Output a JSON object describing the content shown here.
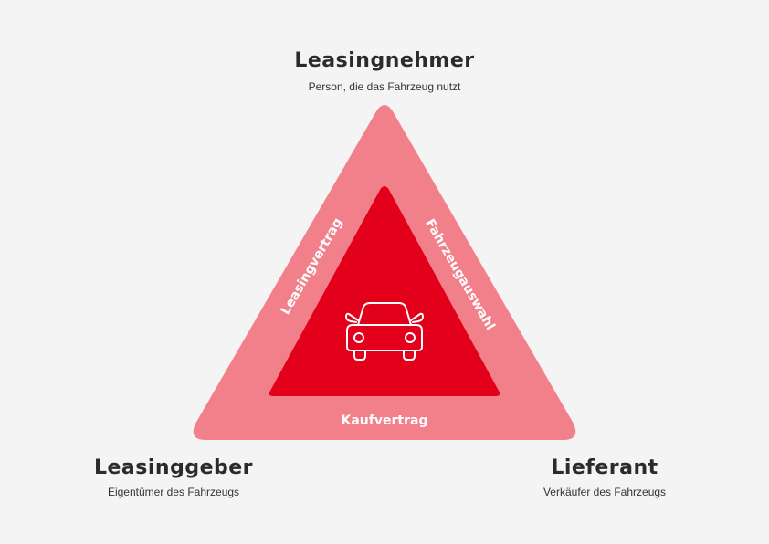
{
  "roles": {
    "lessee": {
      "title": "Leasingnehmer",
      "subtitle": "Person, die das Fahrzeug nutzt"
    },
    "lessor": {
      "title": "Leasinggeber",
      "subtitle": "Eigentümer des Fahrzeugs"
    },
    "supplier": {
      "title": "Lieferant",
      "subtitle": "Verkäufer des Fahrzeugs"
    }
  },
  "edges": {
    "left": "Leasingvertrag",
    "right": "Fahrzeugauswahl",
    "bottom": "Kaufvertrag"
  },
  "center_icon": "car-icon",
  "colors": {
    "background": "#f4f4f4",
    "outer_triangle": "#f2808b",
    "inner_triangle": "#e2001a",
    "text_dark": "#2b2b2b",
    "text_light": "#ffffff"
  }
}
